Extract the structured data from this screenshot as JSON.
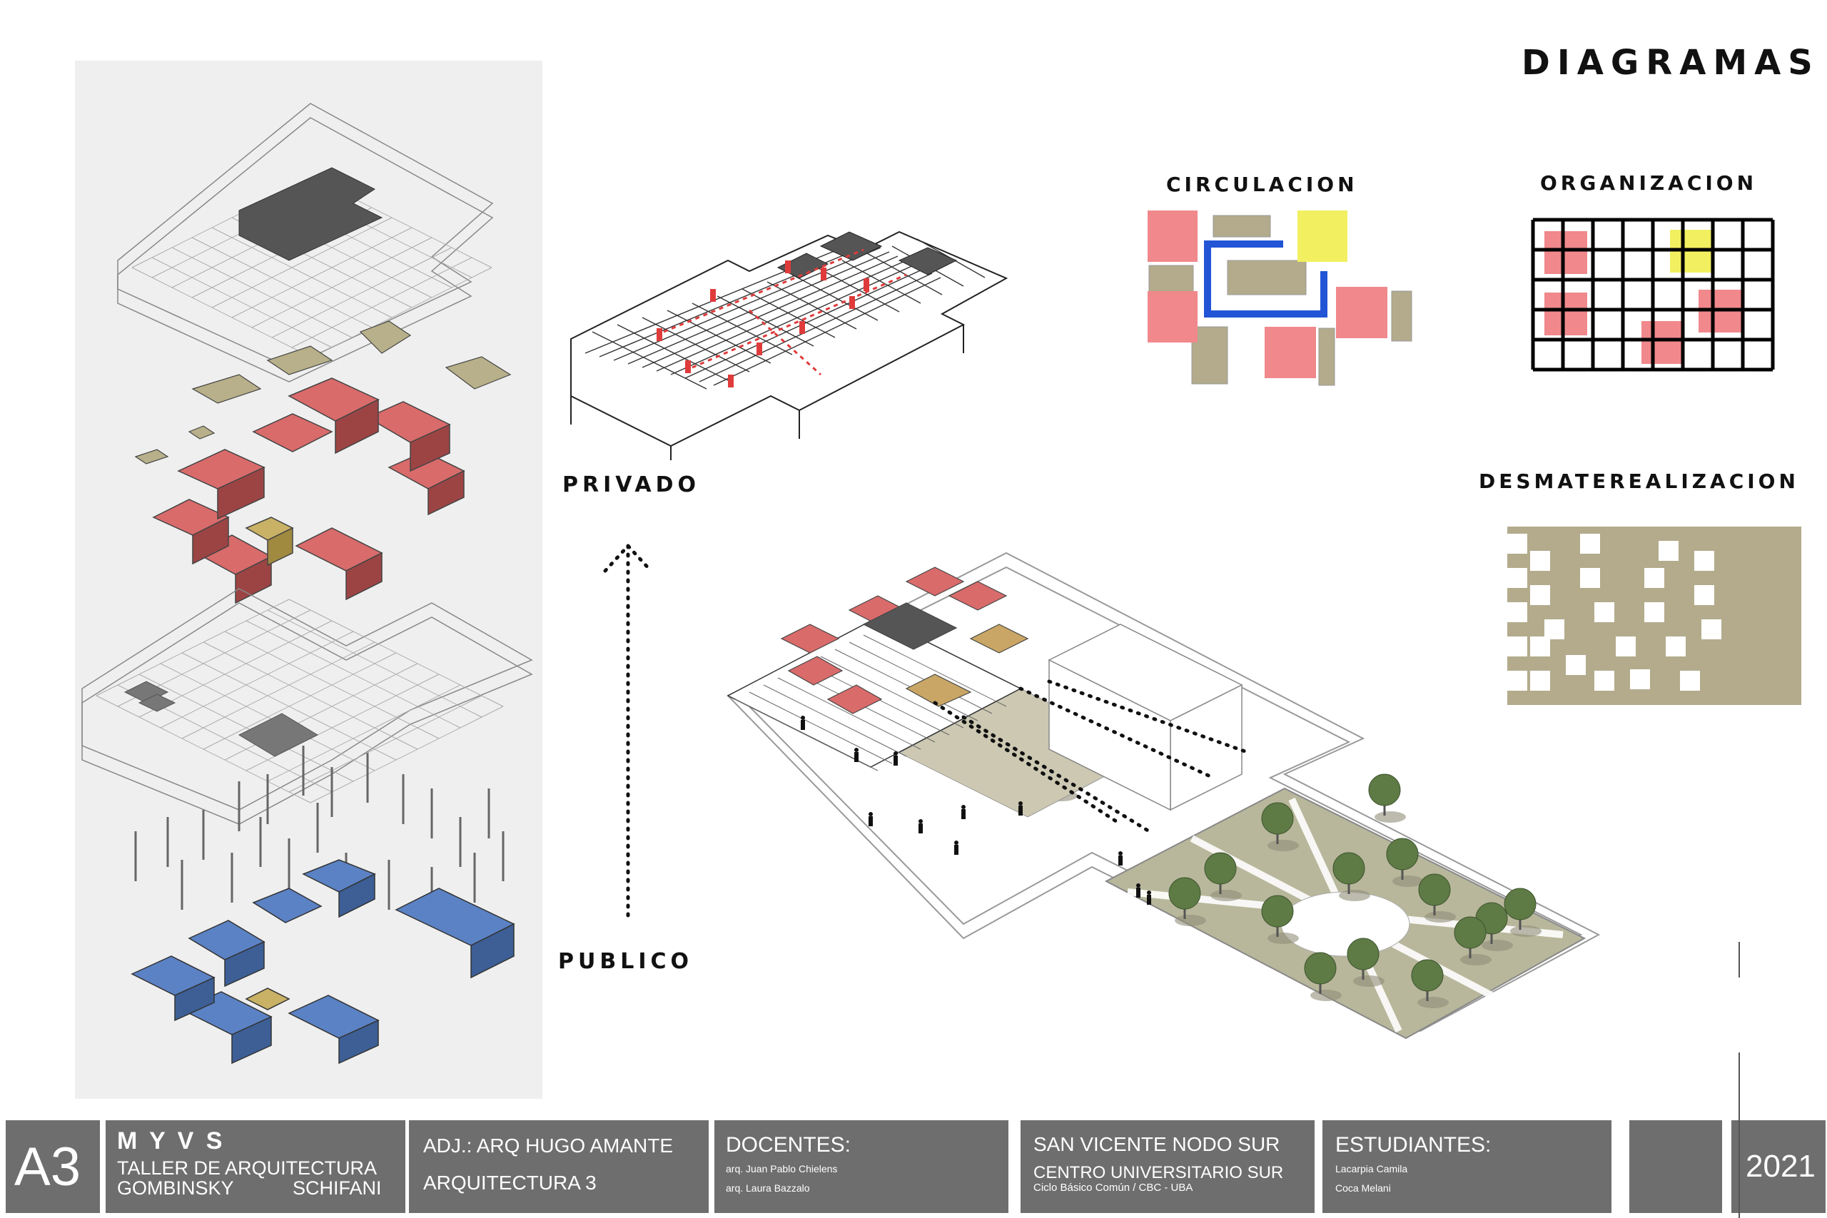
{
  "title": "DIAGRAMAS",
  "labels": {
    "privado": "PRIVADO",
    "publico": "PUBLICO",
    "circulacion": "CIRCULACION",
    "organizacion": "ORGANIZACION",
    "desmaterealizacion": "DESMATEREALIZACION"
  },
  "footer": {
    "sheet": "A3",
    "taller_name": "M Y V S",
    "taller_line1": "TALLER DE ARQUITECTURA",
    "taller_line2a": "GOMBINSKY",
    "taller_line2b": "SCHIFANI",
    "adj": "ADJ.: ARQ HUGO AMANTE",
    "course": "ARQUITECTURA 3",
    "docentes_label": "DOCENTES:",
    "docentes": [
      "arq. Juan Pablo Chielens",
      "arq. Laura Bazzalo"
    ],
    "site_line1": "SAN VICENTE  NODO SUR",
    "site_line2": "CENTRO UNIVERSITARIO SUR",
    "site_line3": "Ciclo Básico Común / CBC - UBA",
    "estudiantes_label": "ESTUDIANTES:",
    "estudiantes": [
      "Lacarpia Camila",
      "Coca Melani"
    ],
    "year": "2021"
  },
  "colors": {
    "private_red": "#d96b6b",
    "public_blue": "#5b82c4",
    "accent_yellow": "#f2f060",
    "pink": "#f0888c",
    "circulation_blue": "#2255d6",
    "texture_olive": "#b3ab8c",
    "footer_gray": "#6e6e6e",
    "green_plaza": "#b8b79b"
  }
}
